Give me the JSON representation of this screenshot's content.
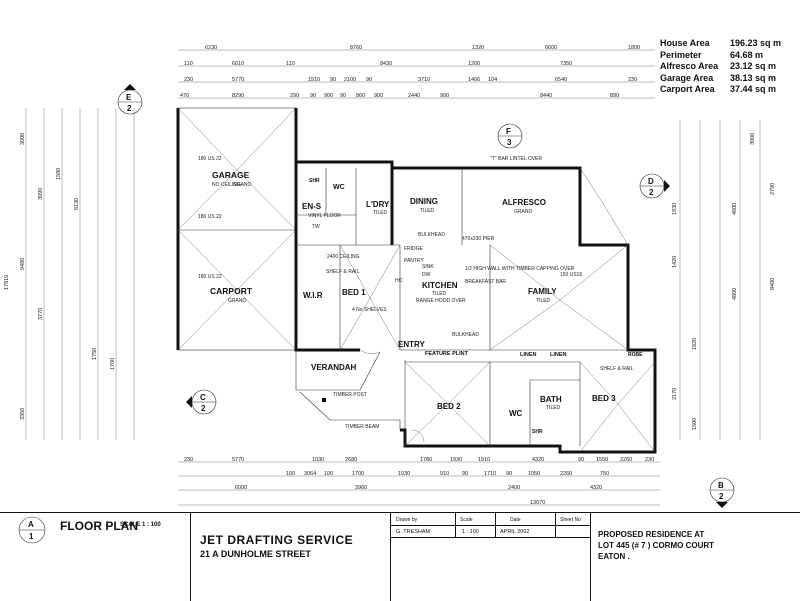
{
  "areas": [
    {
      "name": "House Area",
      "value": "196.23 sq m"
    },
    {
      "name": "Perimeter",
      "value": "64.68 m"
    },
    {
      "name": "Alfresco Area",
      "value": "23.12 sq m"
    },
    {
      "name": "Garage Area",
      "value": "38.13 sq m"
    },
    {
      "name": "Carport Area",
      "value": "37.44 sq m"
    }
  ],
  "rooms": {
    "garage": "GARAGE",
    "garage_note": "NO CEILING",
    "garage_floor": "GRANO",
    "carport": "CARPORT",
    "carport_floor": "GRANO",
    "ens": "EN-S",
    "ens_floor": "VINYL FLOOR",
    "wc1": "WC",
    "shr1": "SHR",
    "ldry": "L'DRY",
    "ldry_floor": "TILED",
    "dining": "DINING",
    "dining_floor": "TILED",
    "alfresco": "ALFRESCO",
    "alfresco_floor": "GRANO",
    "kitchen": "KITCHEN",
    "kitchen_floor": "TILED",
    "family": "FAMILY",
    "family_floor": "TILED",
    "wir": "W.I.R",
    "bed1": "BED 1",
    "entry": "ENTRY",
    "verandah": "VERANDAH",
    "bed2": "BED 2",
    "wc2": "WC",
    "bath": "BATH",
    "bath_floor": "TILED",
    "bed3": "BED 3",
    "feature": "FEATURE PLINT",
    "linen": "LINEN",
    "robe": "ROBE",
    "shr2": "SHR"
  },
  "markers": [
    {
      "letter": "E",
      "num": "2"
    },
    {
      "letter": "F",
      "num": "3"
    },
    {
      "letter": "D",
      "num": "2"
    },
    {
      "letter": "C",
      "num": "2"
    },
    {
      "letter": "B",
      "num": "2"
    },
    {
      "letter": "A",
      "num": "1"
    }
  ],
  "top_dims": {
    "r1": [
      "6230",
      "8760",
      "1320",
      "6600",
      "1800"
    ],
    "r2": [
      "110",
      "6010",
      "110",
      "8430",
      "1200",
      "7350"
    ],
    "r3": [
      "230",
      "5770",
      "1510",
      "90",
      "2100",
      "90",
      "3710",
      "1466",
      "104",
      "6540",
      "230"
    ],
    "r4": [
      "470",
      "8290",
      "290",
      "90",
      "900",
      "90",
      "860",
      "900",
      "2440",
      "900",
      "8440",
      "890"
    ]
  },
  "bottom_dims": {
    "r1": [
      "230",
      "5770",
      "1030",
      "2680",
      "1780",
      "1930",
      "1910",
      "4320",
      "90",
      "1550",
      "2260",
      "230"
    ],
    "r2": [
      "100",
      "3064",
      "100",
      "1700",
      "1930",
      "910",
      "90",
      "1710",
      "90",
      "1050",
      "2260",
      "750"
    ],
    "r3": [
      "6000",
      "3960",
      "2400",
      "4320"
    ],
    "r4": [
      "13070"
    ]
  },
  "left_dims": [
    "3000",
    "3990",
    "1580",
    "8130",
    "17810",
    "9480",
    "3770",
    "3350",
    "1750",
    "1700"
  ],
  "right_dims": [
    "3900",
    "2790",
    "1930",
    "4800",
    "1420",
    "8400",
    "4800",
    "1820",
    "2170",
    "1500"
  ],
  "notes": {
    "lintel": "\"T\" BAR LINTEL OVER",
    "bulkhead1": "BULKHEAD",
    "bulkhead2": "BULKHEAD",
    "shelf1": "SHELF & RAIL",
    "shelf2": "SHELF & RAIL",
    "shelves": "4 No SHELVES",
    "timber": "TIMBER POST",
    "beam": "TIMBER BEAM",
    "wall_note": "1/2 HIGH WALL WITH TIMBER CAPPING OVER",
    "breakfast": "BREAKFAST BAR",
    "us1": "180 US 22",
    "us2": "180 US 22",
    "us3": "180 US 22",
    "us4": "150 US16",
    "ceiling": "2400 CEILING",
    "fridge": "FRIDGE",
    "pantry": "PANTRY",
    "range": "RANGE HOOD OVER",
    "sink": "SINK",
    "dw": "DW",
    "pier": "470x230 PIER",
    "tw": "TW",
    "ho": "HO"
  },
  "title_block": {
    "floor_plan": "FLOOR PLAN",
    "scale": "SCALE 1 : 100",
    "company": "JET DRAFTING SERVICE",
    "address": "21 A  DUNHOLME STREET",
    "h_drawn": "Drawn by",
    "h_scale": "Scale",
    "h_date": "Date",
    "h_sheet": "Sheet No",
    "drawn": "G. TRESHAM",
    "scale_val": "1 : 100",
    "date": "APRIL 2002",
    "proposed1": "PROPOSED RESIDENCE AT",
    "proposed2": "LOT 445 (# 7 )  CORMO COURT",
    "proposed3": "EATON ."
  }
}
